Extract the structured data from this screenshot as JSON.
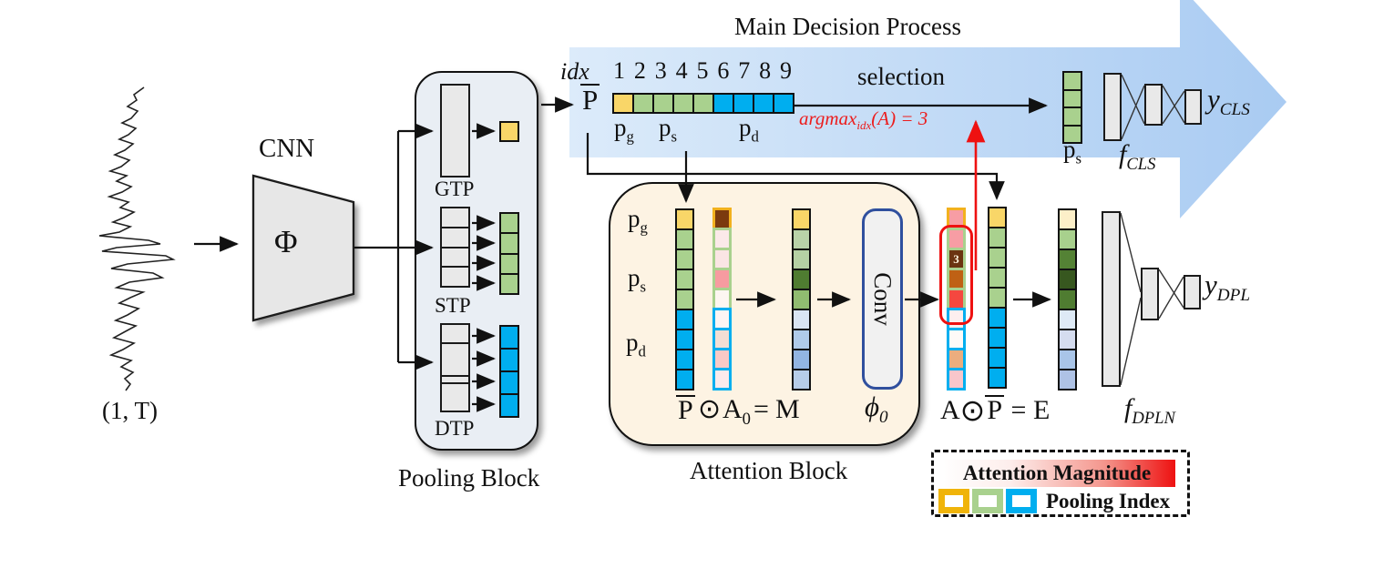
{
  "figure": {
    "input": {
      "shape_label": "(1, T)"
    },
    "cnn": {
      "title": "CNN",
      "symbol": "Φ"
    },
    "pooling_block": {
      "title": "Pooling Block",
      "gtp_label": "GTP",
      "stp_label": "STP",
      "dtp_label": "DTP"
    },
    "main_decision": {
      "title": "Main Decision Process",
      "idx_label": "idx",
      "indices": [
        "1",
        "2",
        "3",
        "4",
        "5",
        "6",
        "7",
        "8",
        "9"
      ],
      "p_bar": "P",
      "selection_label": "selection",
      "argmax_base": "argmax",
      "argmax_sub": "idx",
      "argmax_rest": "(A) = 3",
      "y_cls_base": "y",
      "y_cls_sub": "CLS",
      "f_cls_base": "f",
      "f_cls_sub": "CLS"
    },
    "labels": {
      "p": "p",
      "g": "g",
      "s": "s",
      "d": "d"
    },
    "attention_block": {
      "title": "Attention Block",
      "eq_pbar": "P",
      "eq_odot": "⊙",
      "eq_a_base": "A",
      "eq_a_sub": "0",
      "eq_equals": "=",
      "eq_m": "M",
      "conv_label": "Conv",
      "phi_base": "ϕ",
      "phi_sub": "0",
      "argmax_cell_value": "3"
    },
    "dpl_branch": {
      "eq_a": "A",
      "eq_odot": "⊙",
      "eq_pbar": "P",
      "eq_equals": "=",
      "eq_e": "E",
      "f_dpln_base": "f",
      "f_dpln_sub": "DPLN",
      "y_dpl_base": "y",
      "y_dpl_sub": "DPL"
    },
    "legend": {
      "attention_label": "Attention Magnitude",
      "pooling_label": "Pooling Index"
    },
    "colors": {
      "pool_yellow": "#F9D668",
      "pool_green": "#A9D18E",
      "pool_blue": "#00AEEF",
      "border_yellow": "#F2B11E",
      "attention_red": "#EE1111",
      "arrow_blue_light": "#D8E8FA",
      "arrow_blue_deep": "#A9CBF2",
      "attention_block_bg": "#FDF3E3",
      "pooling_block_bg": "#E9EEF4",
      "conv_border_blue": "#2F4F9E"
    },
    "cells": {
      "pbar_row": [
        {
          "f": "#F9D668",
          "b": "#111"
        },
        {
          "f": "#A9D18E",
          "b": "#111"
        },
        {
          "f": "#A9D18E",
          "b": "#111"
        },
        {
          "f": "#A9D18E",
          "b": "#111"
        },
        {
          "f": "#A9D18E",
          "b": "#111"
        },
        {
          "f": "#00AEEF",
          "b": "#111"
        },
        {
          "f": "#00AEEF",
          "b": "#111"
        },
        {
          "f": "#00AEEF",
          "b": "#111"
        },
        {
          "f": "#00AEEF",
          "b": "#111"
        }
      ],
      "ps_top": [
        {
          "f": "#A9D18E",
          "b": "#111"
        },
        {
          "f": "#A9D18E",
          "b": "#111"
        },
        {
          "f": "#A9D18E",
          "b": "#111"
        },
        {
          "f": "#A9D18E",
          "b": "#111"
        }
      ],
      "green4": [
        {
          "f": "#A9D18E",
          "b": "#111"
        },
        {
          "f": "#A9D18E",
          "b": "#111"
        },
        {
          "f": "#A9D18E",
          "b": "#111"
        },
        {
          "f": "#A9D18E",
          "b": "#111"
        }
      ],
      "blue4": [
        {
          "f": "#00AEEF",
          "b": "#111"
        },
        {
          "f": "#00AEEF",
          "b": "#111"
        },
        {
          "f": "#00AEEF",
          "b": "#111"
        },
        {
          "f": "#00AEEF",
          "b": "#111"
        }
      ],
      "pbar_col": [
        {
          "f": "#F9D668",
          "b": "#111"
        },
        {
          "f": "#A9D18E",
          "b": "#111"
        },
        {
          "f": "#A9D18E",
          "b": "#111"
        },
        {
          "f": "#A9D18E",
          "b": "#111"
        },
        {
          "f": "#A9D18E",
          "b": "#111"
        },
        {
          "f": "#00AEEF",
          "b": "#111"
        },
        {
          "f": "#00AEEF",
          "b": "#111"
        },
        {
          "f": "#00AEEF",
          "b": "#111"
        },
        {
          "f": "#00AEEF",
          "b": "#111"
        }
      ],
      "a0_col": [
        {
          "f": "#7B3A0E",
          "b": "#F2B11E"
        },
        {
          "f": "#FBE9E9",
          "b": "#A9D18E"
        },
        {
          "f": "#FAE5E4",
          "b": "#A9D18E"
        },
        {
          "f": "#F79BA0",
          "b": "#A9D18E"
        },
        {
          "f": "#FDF6F1",
          "b": "#A9D18E"
        },
        {
          "f": "#FDF5F4",
          "b": "#00AEEF"
        },
        {
          "f": "#F3DED4",
          "b": "#00AEEF"
        },
        {
          "f": "#F8C9C6",
          "b": "#00AEEF"
        },
        {
          "f": "#FBEAEC",
          "b": "#00AEEF"
        }
      ],
      "m_col": [
        {
          "f": "#F9D668",
          "b": "#111"
        },
        {
          "f": "#B9D3A9",
          "b": "#111"
        },
        {
          "f": "#B5D1A4",
          "b": "#111"
        },
        {
          "f": "#4F7C31",
          "b": "#111"
        },
        {
          "f": "#90BC70",
          "b": "#111"
        },
        {
          "f": "#D9E5F3",
          "b": "#111"
        },
        {
          "f": "#AFCBEA",
          "b": "#111"
        },
        {
          "f": "#92B5E2",
          "b": "#111"
        },
        {
          "f": "#B6CDE9",
          "b": "#111"
        }
      ],
      "a_col": [
        {
          "f": "#F79DA4",
          "b": "#F2B11E"
        },
        {
          "f": "#F79DA4",
          "b": "#A9D18E"
        },
        {
          "f": "#6B3411",
          "b": "#A9D18E",
          "t": "3",
          "tc": "#FFF6E0"
        },
        {
          "f": "#BF6114",
          "b": "#A9D18E"
        },
        {
          "f": "#F5473F",
          "b": "#A9D18E"
        },
        {
          "f": "#FCEFEF",
          "b": "#00AEEF"
        },
        {
          "f": "#FEFAF8",
          "b": "#00AEEF"
        },
        {
          "f": "#EBAD7E",
          "b": "#00AEEF"
        },
        {
          "f": "#F9C6CB",
          "b": "#00AEEF"
        }
      ],
      "e_col": [
        {
          "f": "#FCEFC8",
          "b": "#111"
        },
        {
          "f": "#A8D08D",
          "b": "#111"
        },
        {
          "f": "#548235",
          "b": "#111"
        },
        {
          "f": "#37571F",
          "b": "#111"
        },
        {
          "f": "#4F7C31",
          "b": "#111"
        },
        {
          "f": "#DEEAF6",
          "b": "#111"
        },
        {
          "f": "#D5DCEF",
          "b": "#111"
        },
        {
          "f": "#A9C5E8",
          "b": "#111"
        },
        {
          "f": "#AEC2E5",
          "b": "#111"
        }
      ]
    }
  }
}
